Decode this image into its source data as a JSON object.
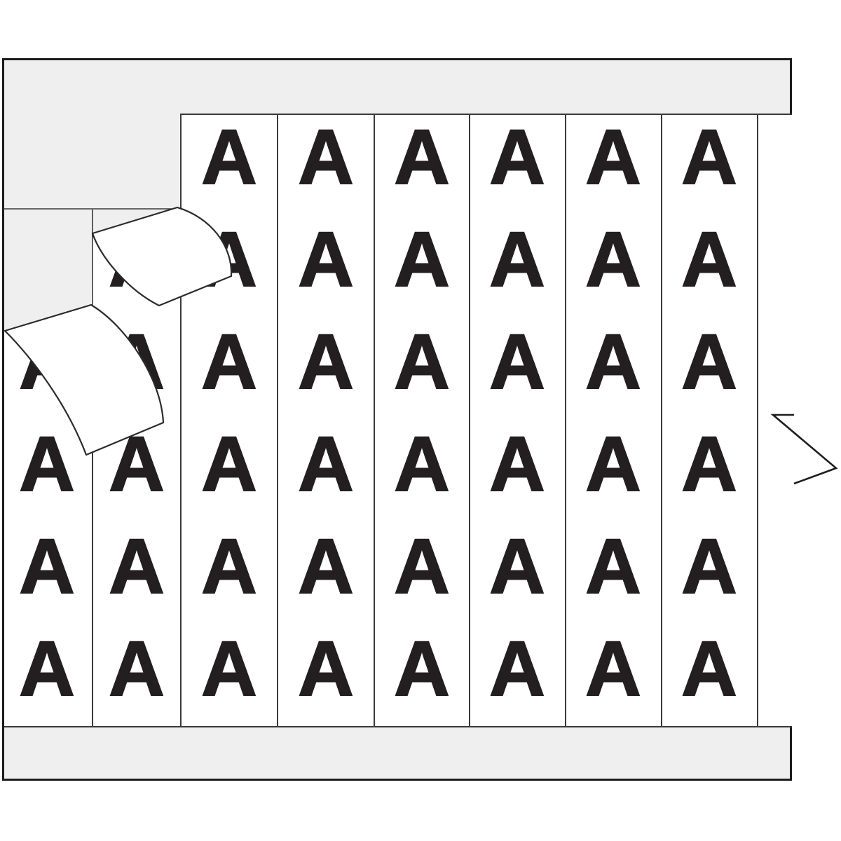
{
  "card": {
    "marker_letter": "A",
    "letter_strips": 8,
    "blank_strips": 1,
    "letters_per_full_strip": 6,
    "letters_per_short_strip": 5,
    "peeled_labels": 2,
    "colors": {
      "page_background": "#ffffff",
      "card_fill": "#efefef",
      "card_border": "#1c1c1c",
      "strip_fill": "#ffffff",
      "strip_line": "#3a3a3a",
      "letter": "#231f20",
      "label_outline": "#2b2b2b"
    }
  }
}
